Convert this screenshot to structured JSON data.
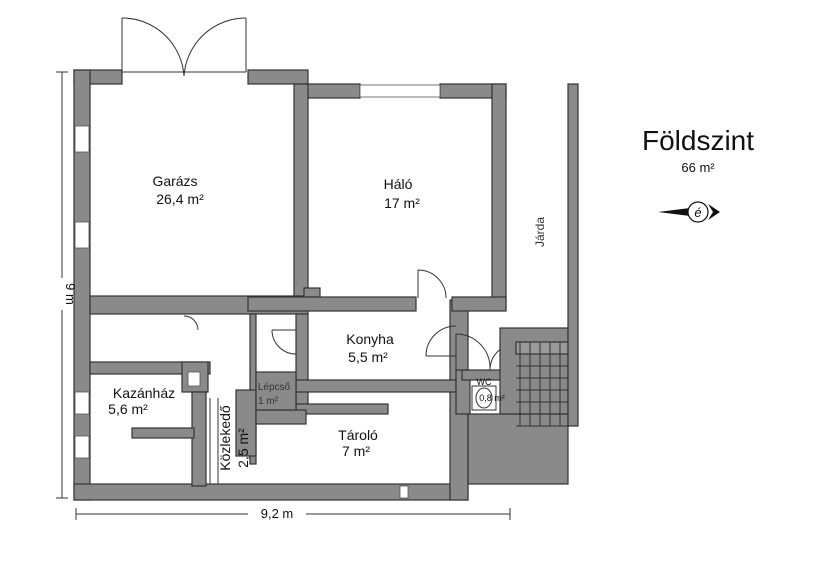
{
  "title": "Földszint",
  "area": "66 m²",
  "compass_letter": "é",
  "rooms": {
    "garage_name": "Garázs",
    "garage_area": "26,4 m²",
    "bedroom_name": "Háló",
    "bedroom_area": "17 m²",
    "kitchen_name": "Konyha",
    "kitchen_area": "5,5 m²",
    "boiler_name": "Kazánház",
    "boiler_area": "5,6 m²",
    "stairs_name": "Lépcső",
    "stairs_area": "1 m²",
    "corridor_name": "Közlekedő",
    "corridor_area": "2,5 m²",
    "storage_name": "Tároló",
    "storage_area": "7 m²",
    "wc_name": "WC",
    "wc_area": "0,8 m²"
  },
  "sidewalk": "Járda",
  "dimensions": {
    "width": "9,2 m",
    "height": "9 m"
  },
  "colors": {
    "wall": "#8a8a8a",
    "wall_outline": "#333333"
  }
}
